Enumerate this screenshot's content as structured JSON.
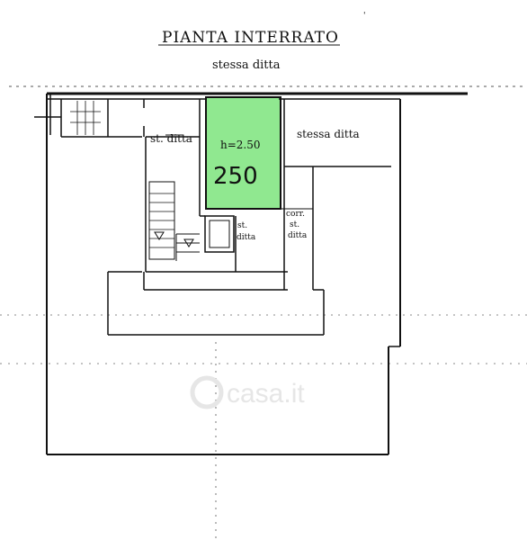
{
  "title": "PIANTA INTERRATO",
  "subtitle": "stessa ditta",
  "labels": {
    "stessa_ditta_right": "stessa ditta",
    "st_ditta_left": "st. ditta",
    "height": "h=2.50",
    "area": "250",
    "corr_line1": "corr.",
    "corr_line2": "st.",
    "corr_line3": "ditta",
    "st_ditta_small_1": "st.",
    "st_ditta_small_2": "ditta"
  },
  "watermark": "casa.it",
  "colors": {
    "highlight_fill": "#90e890",
    "line": "#111111"
  }
}
